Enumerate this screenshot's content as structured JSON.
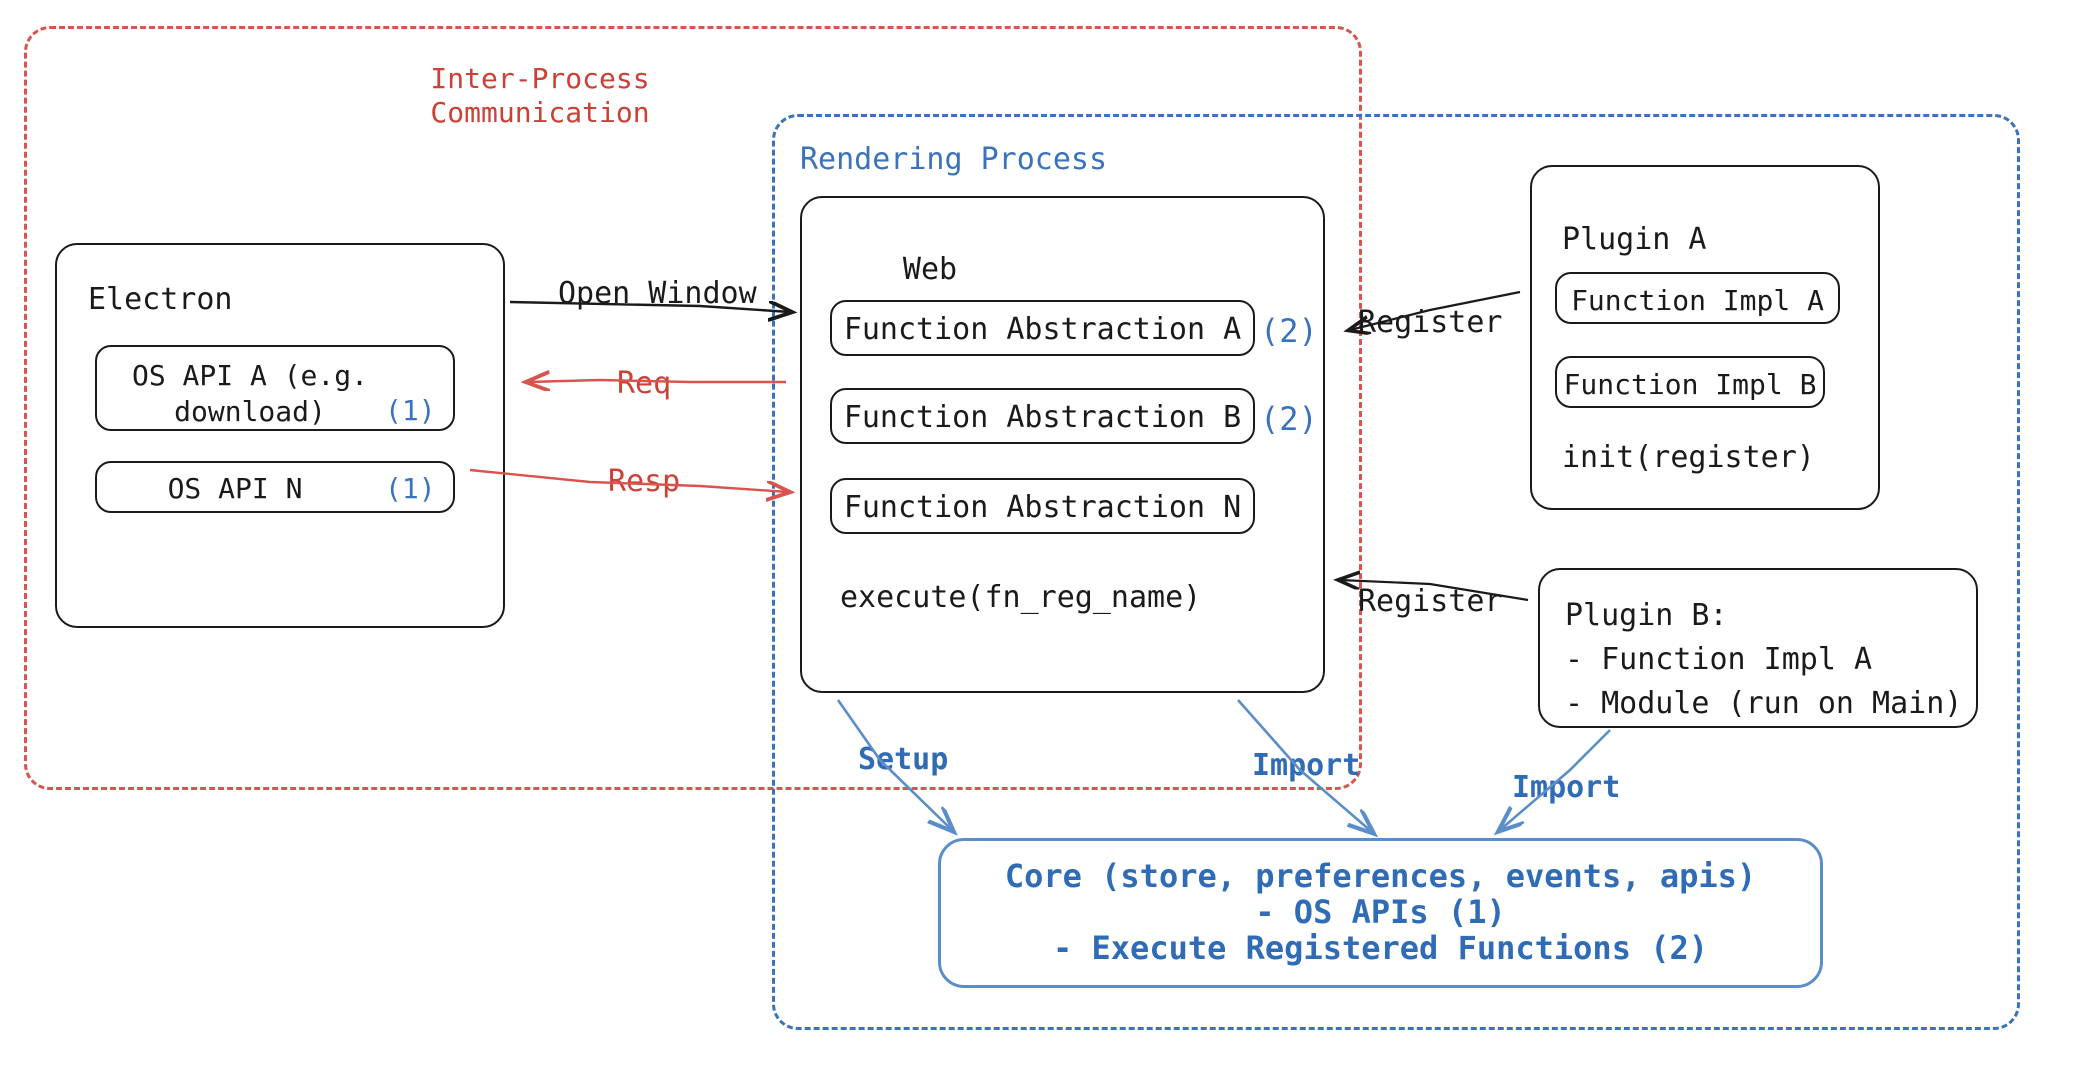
{
  "diagram": {
    "title": "Electron plugin architecture",
    "colors": {
      "red": "#cc4036",
      "blue": "#3a72bd",
      "blue_core": "#2f6cb5",
      "ink": "#1a1a1a"
    }
  },
  "boundaries": {
    "ipc_label_line1": "Inter-Process",
    "ipc_label_line2": "Communication",
    "rendering_label": "Rendering Process"
  },
  "electron": {
    "title": "Electron",
    "apis": [
      {
        "line1": "OS API A (e.g.",
        "line2": "download)",
        "ref": "(1)"
      },
      {
        "line1": "OS API N",
        "line2": "",
        "ref": "(1)"
      }
    ]
  },
  "web": {
    "title": "Web",
    "abstractions": [
      {
        "label": "Function Abstraction A",
        "ref": "(2)"
      },
      {
        "label": "Function Abstraction B",
        "ref": "(2)"
      },
      {
        "label": "Function Abstraction N",
        "ref": ""
      }
    ],
    "execute": "execute(fn_reg_name)"
  },
  "plugin_a": {
    "title": "Plugin A",
    "impls": [
      "Function Impl A",
      "Function Impl B"
    ],
    "init": "init(register)"
  },
  "plugin_b": {
    "line1": "Plugin B:",
    "line2": "- Function Impl A",
    "line3": "- Module (run on Main)"
  },
  "core": {
    "line1": "Core (store, preferences, events, apis)",
    "line2": "- OS APIs (1)",
    "line3": "- Execute Registered Functions (2)"
  },
  "edges": {
    "open_window": "Open Window",
    "req": "Req",
    "resp": "Resp",
    "register_a": "Register",
    "register_b": "Register",
    "setup": "Setup",
    "import_web": "Import",
    "import_plugin": "Import"
  }
}
